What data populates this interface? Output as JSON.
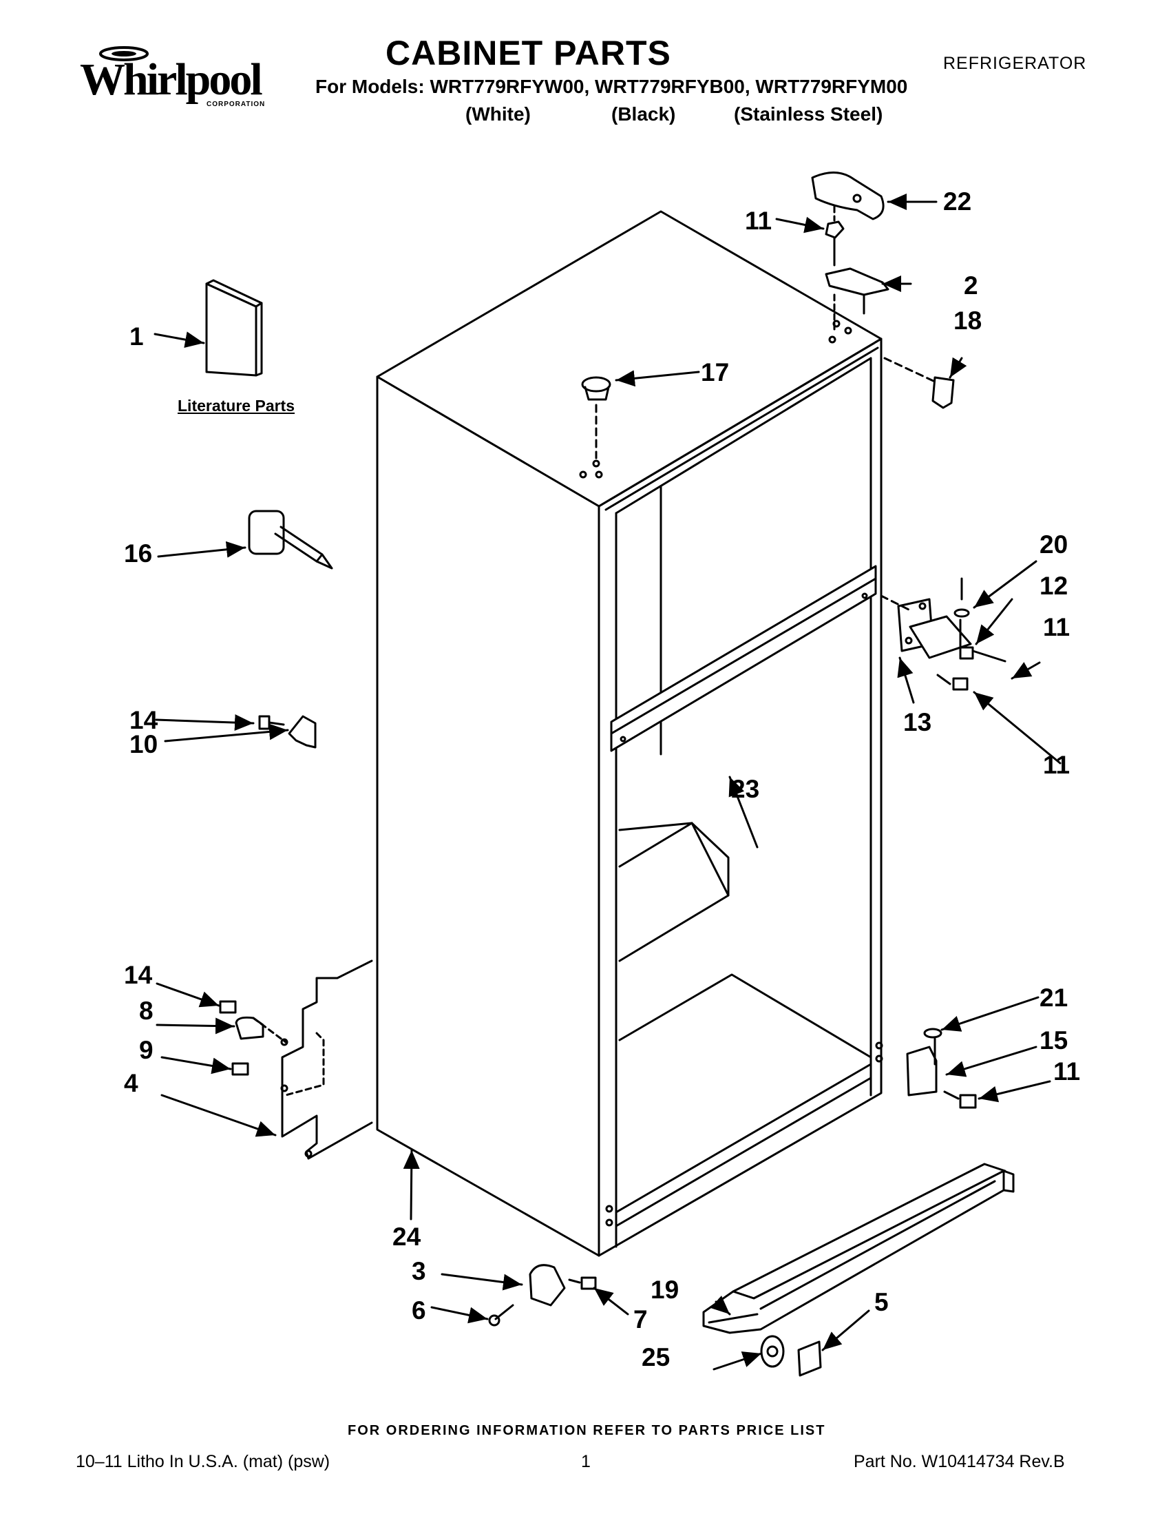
{
  "brand": {
    "name": "Whirlpool",
    "subtitle": "CORPORATION"
  },
  "header": {
    "title": "CABINET PARTS",
    "doc_type": "REFRIGERATOR",
    "models_line": "For Models: WRT779RFYW00, WRT779RFYB00, WRT779RFYM00",
    "finishes": [
      "(White)",
      "(Black)",
      "(Stainless Steel)"
    ]
  },
  "diagram": {
    "literature_label": "Literature Parts",
    "callouts": [
      "1",
      "2",
      "3",
      "4",
      "5",
      "6",
      "7",
      "8",
      "9",
      "10",
      "11",
      "11",
      "11",
      "11",
      "11",
      "12",
      "13",
      "14",
      "14",
      "15",
      "16",
      "17",
      "18",
      "19",
      "20",
      "21",
      "22",
      "23",
      "24",
      "25"
    ]
  },
  "footer": {
    "order_note": "FOR ORDERING INFORMATION REFER TO PARTS PRICE LIST",
    "print_info": "10–11 Litho In U.S.A. (mat) (psw)",
    "page_number": "1",
    "part_number": "Part No. W10414734 Rev.B"
  }
}
